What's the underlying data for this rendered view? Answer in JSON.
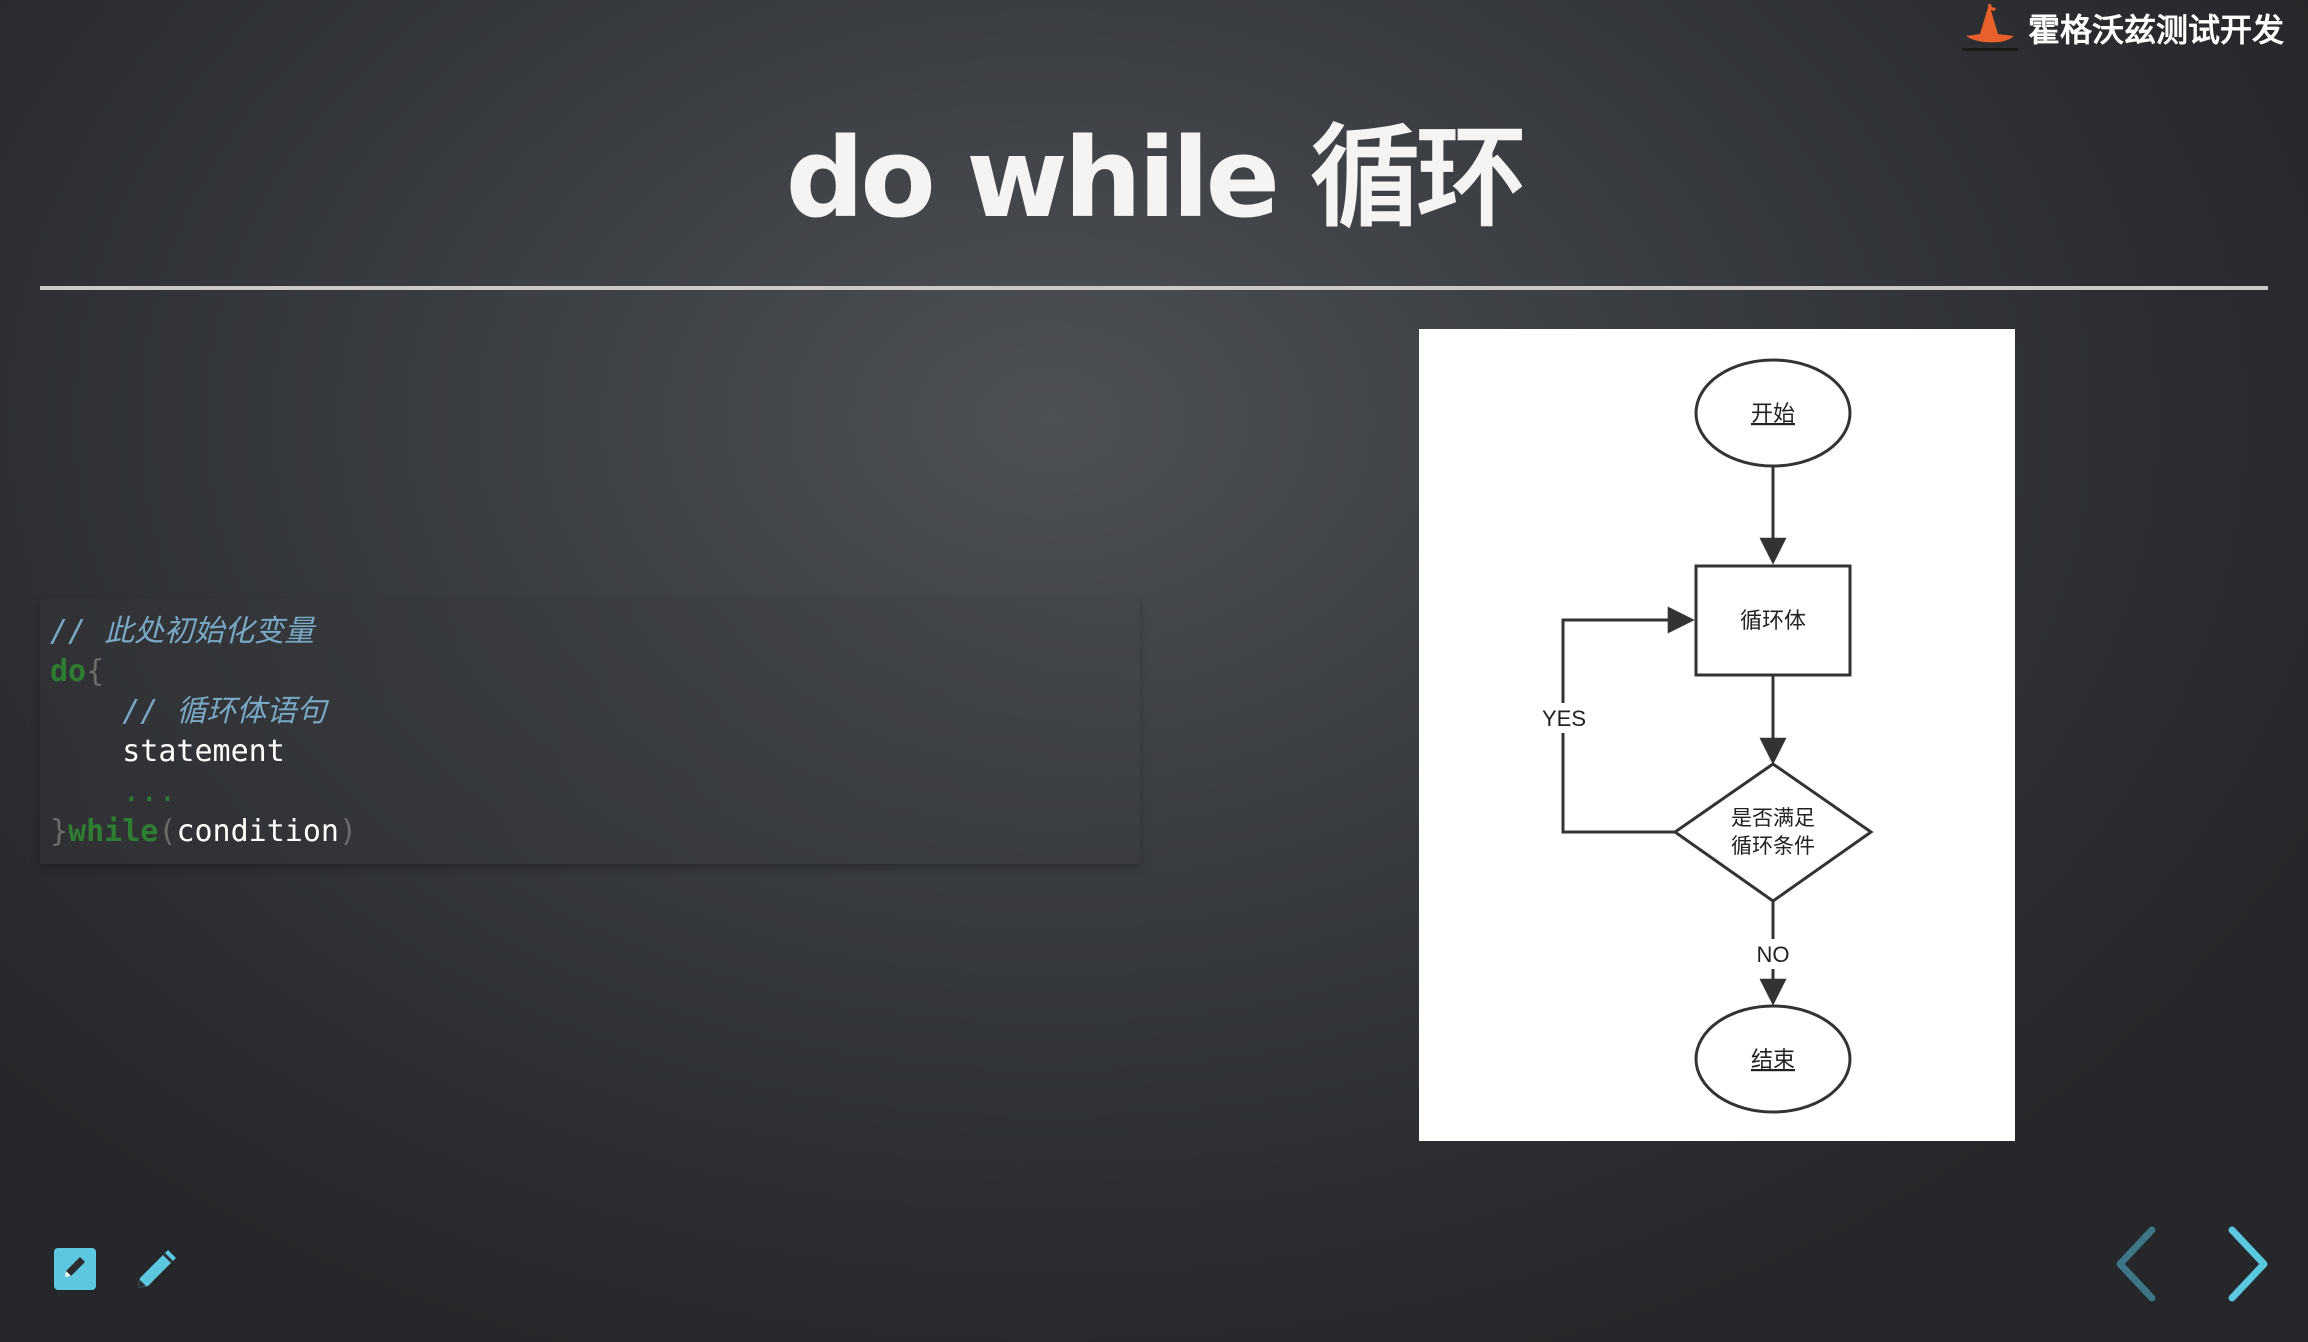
{
  "brand": {
    "name": "霍格沃兹测试开发",
    "logo_icon": "wizard-hat-logo-icon"
  },
  "slide": {
    "title": "do while 循环"
  },
  "code": {
    "line1": "// 此处初始化变量",
    "kw_do": "do",
    "brace_open": "{",
    "line3_indent": "    ",
    "line3": "// 循环体语句",
    "line4_indent": "    ",
    "line4": "statement",
    "line5_indent": "    ",
    "line5": "...",
    "brace_close": "}",
    "kw_while": "while",
    "paren_open": "(",
    "condition": "condition",
    "paren_close": ")"
  },
  "flowchart": {
    "start": "开始",
    "body": "循环体",
    "decision_line1": "是否满足",
    "decision_line2": "循环条件",
    "yes_label": "YES",
    "no_label": "NO",
    "end": "结束"
  },
  "toolbar": {
    "edit_icon": "edit-slide-icon",
    "pencil_icon": "pencil-icon"
  },
  "navigation": {
    "prev_icon": "chevron-left-icon",
    "next_icon": "chevron-right-icon"
  },
  "colors": {
    "accent": "#5bc8e0",
    "nav_disabled": "#3d7686",
    "comment": "#79a8c4",
    "keyword": "#2e7d32"
  }
}
